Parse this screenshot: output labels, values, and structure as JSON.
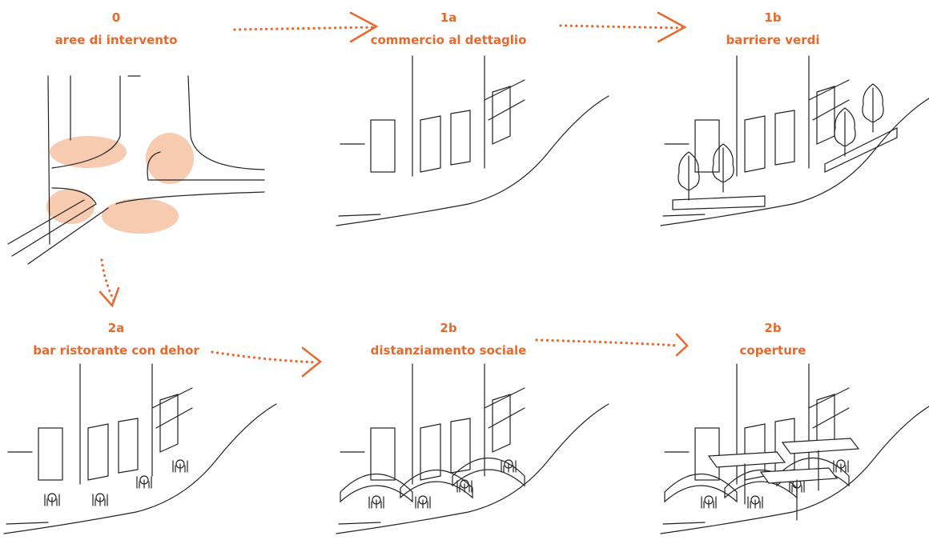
{
  "accent_color": "#e8692e",
  "blob_color": "#f7cbb0",
  "steps": [
    {
      "number": "0",
      "label": "aree di intervento"
    },
    {
      "number": "1a",
      "label": "commercio al dettaglio"
    },
    {
      "number": "1b",
      "label": "barriere verdi"
    },
    {
      "number": "2a",
      "label": "bar ristorante con dehor"
    },
    {
      "number": "2b",
      "label": "distanziamento sociale"
    },
    {
      "number": "2b",
      "label": "coperture"
    }
  ]
}
